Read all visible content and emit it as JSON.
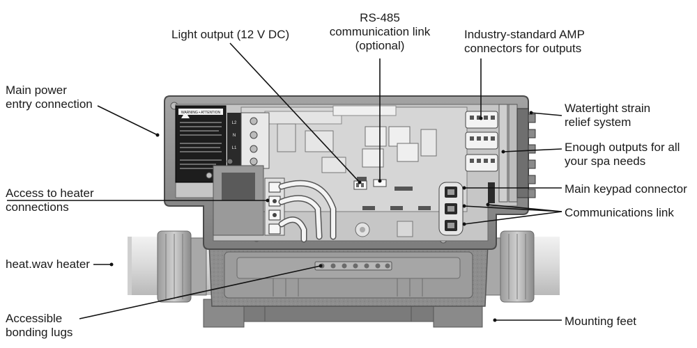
{
  "labels": {
    "light_output": "Light output (12 V DC)",
    "rs485": [
      "RS-485",
      "communication link",
      "(optional)"
    ],
    "amp_connectors": [
      "Industry-standard AMP",
      "connectors for outputs"
    ],
    "main_power": [
      "Main power",
      "entry connection"
    ],
    "strain_relief": [
      "Watertight strain",
      "relief system"
    ],
    "outputs": [
      "Enough outputs for all",
      "your spa needs"
    ],
    "heater_access": [
      "Access to heater",
      "connections"
    ],
    "keypad": "Main keypad connector",
    "communications": "Communications link",
    "heater": "heat.wav heater",
    "bonding": [
      "Accessible",
      "bonding lugs"
    ],
    "feet": "Mounting feet"
  },
  "warning_label": {
    "title": "WARNING • ATTENTION",
    "terminals": [
      "L2",
      "N",
      "L1"
    ]
  },
  "colors": {
    "housing": "#8e8e8e",
    "board": "#d4d4d4",
    "pipe": "#e2e2e2",
    "leader": "#111111"
  }
}
